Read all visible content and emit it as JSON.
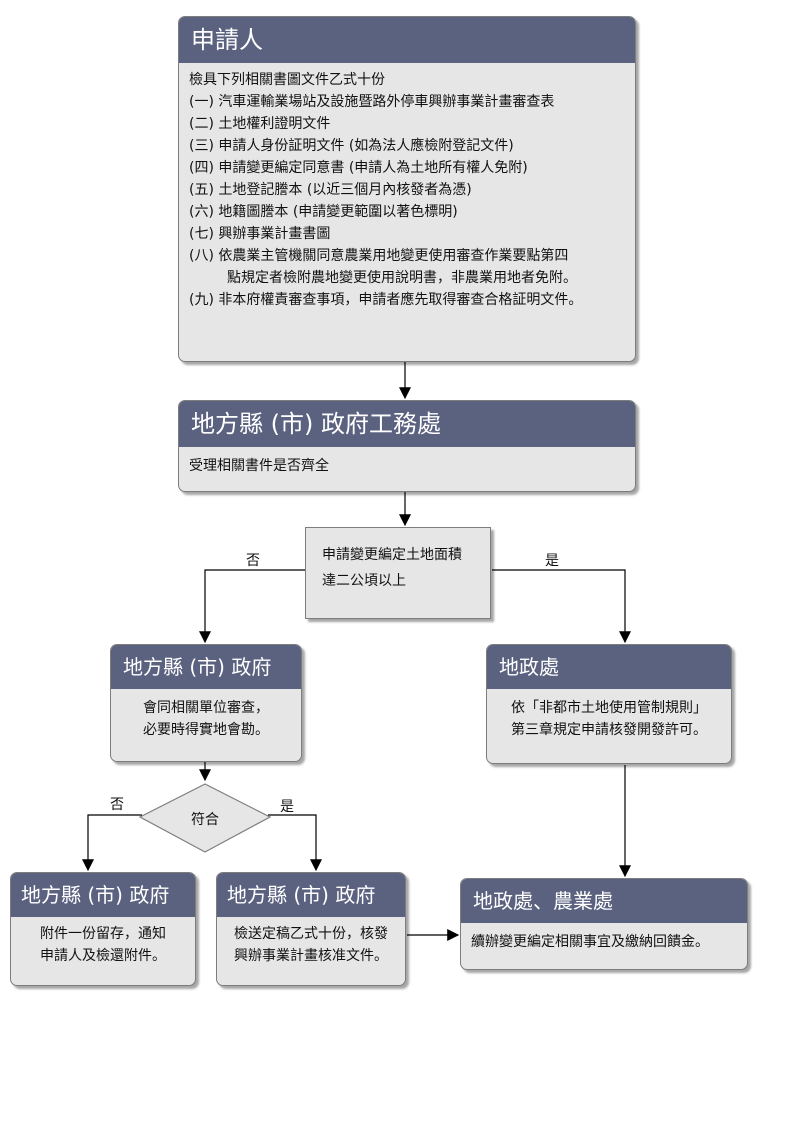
{
  "applicant": {
    "title": "申請人",
    "intro": "檢具下列相關書圖文件乙式十份",
    "items": [
      "(一) 汽車運輸業場站及設施暨路外停車興辦事業計畫審查表",
      "(二) 土地權利證明文件",
      "(三) 申請人身份証明文件 (如為法人應檢附登記文件)",
      "(四) 申請變更編定同意書 (申請人為土地所有權人免附)",
      "(五) 土地登記謄本 (以近三個月內核發者為憑)",
      "(六) 地籍圖謄本 (申請變更範圍以著色標明)",
      "(七) 興辦事業計畫書圖",
      "(八) 依農業主管機關同意農業用地變更使用審查作業要點第四"
    ],
    "item8_cont": "點規定者檢附農地變更使用說明書，非農業用地者免附。",
    "item9": "(九) 非本府權責審查事項，申請者應先取得審查合格証明文件。"
  },
  "works": {
    "title": "地方縣 (市) 政府工務處",
    "body": "受理相關書件是否齊全"
  },
  "area_check": {
    "line1": "申請變更編定土地面積",
    "line2": "達二公頃以上",
    "no": "否",
    "yes": "是"
  },
  "local_gov": {
    "title": "地方縣 (市) 政府",
    "line1": "會同相關單位審查，",
    "line2": "必要時得實地會勘。"
  },
  "land_dept": {
    "title": "地政處",
    "line1": "依「非都市土地使用管制規則」",
    "line2": "第三章規定申請核發開發許可。"
  },
  "conform": {
    "label": "符合",
    "no": "否",
    "yes": "是"
  },
  "gov_reject": {
    "title": "地方縣 (市) 政府",
    "line1": "附件一份留存，通知",
    "line2": "申請人及檢還附件。"
  },
  "gov_approve": {
    "title": "地方縣 (市) 政府",
    "line1": "檢送定稿乙式十份，核發",
    "line2": "興辦事業計畫核准文件。"
  },
  "land_agri": {
    "title": "地政處、農業處",
    "body": "續辦變更編定相關事宜及繳納回饋金。"
  },
  "colors": {
    "header": "#5b6280",
    "box": "#e6e6e6",
    "border": "#7d7d7d"
  }
}
